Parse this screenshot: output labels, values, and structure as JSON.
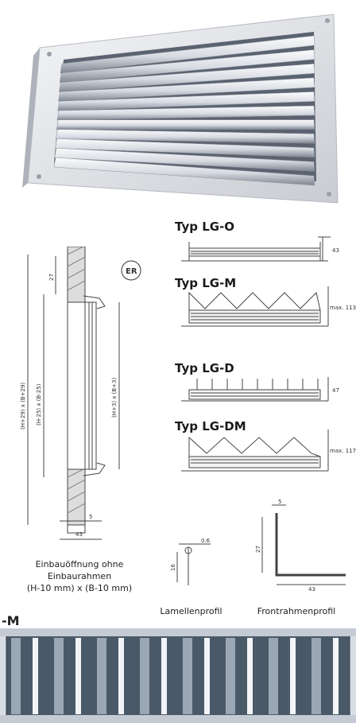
{
  "photo": {
    "icon": "air-grille-photo"
  },
  "types": [
    {
      "label": "Typ LG-O",
      "dim": "43"
    },
    {
      "label": "Typ LG-M",
      "dim": "max. 113"
    },
    {
      "label": "Typ LG-D",
      "dim": "47"
    },
    {
      "label": "Typ LG-DM",
      "dim": "max. 117"
    }
  ],
  "section": {
    "badge": "ER",
    "dims": {
      "v1": "(H+29) x (B+29)",
      "v2": "(H-25) x (B-25)",
      "v3": "(H+3) x (B+3)",
      "top": "27",
      "w5": "5",
      "w43": "43"
    }
  },
  "caption": {
    "line1": "Einbauöffnung ohne",
    "line2": "Einbaurahmen",
    "line3": "(H-10 mm) x (B-10 mm)"
  },
  "lamellen": {
    "label": "Lamellenprofil",
    "d1": "0.6",
    "d2": "16"
  },
  "frontrahmen": {
    "label": "Frontrahmenprofil",
    "d1": "5",
    "d2": "27",
    "d3": "43"
  },
  "bottom": {
    "label": "-M"
  }
}
